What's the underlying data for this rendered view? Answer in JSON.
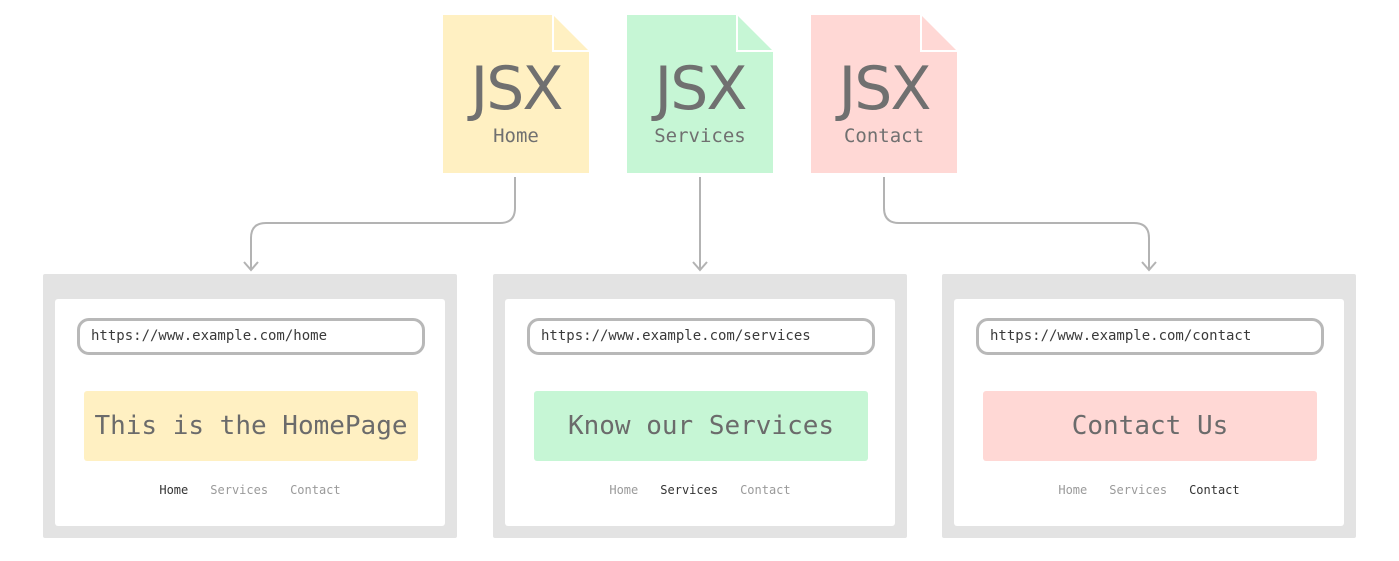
{
  "files": [
    {
      "badge": "JSX",
      "name": "Home",
      "color": "#fff0c2"
    },
    {
      "badge": "JSX",
      "name": "Services",
      "color": "#c6f6d5"
    },
    {
      "badge": "JSX",
      "name": "Contact",
      "color": "#ffd8d5"
    }
  ],
  "pages": [
    {
      "url": "https://www.example.com/home",
      "hero": "This is the HomePage",
      "hero_color": "#fff0c2",
      "nav": [
        "Home",
        "Services",
        "Contact"
      ],
      "active": "Home"
    },
    {
      "url": "https://www.example.com/services",
      "hero": "Know our Services",
      "hero_color": "#c6f6d5",
      "nav": [
        "Home",
        "Services",
        "Contact"
      ],
      "active": "Services"
    },
    {
      "url": "https://www.example.com/contact",
      "hero": "Contact Us",
      "hero_color": "#ffd8d5",
      "nav": [
        "Home",
        "Services",
        "Contact"
      ],
      "active": "Contact"
    }
  ]
}
